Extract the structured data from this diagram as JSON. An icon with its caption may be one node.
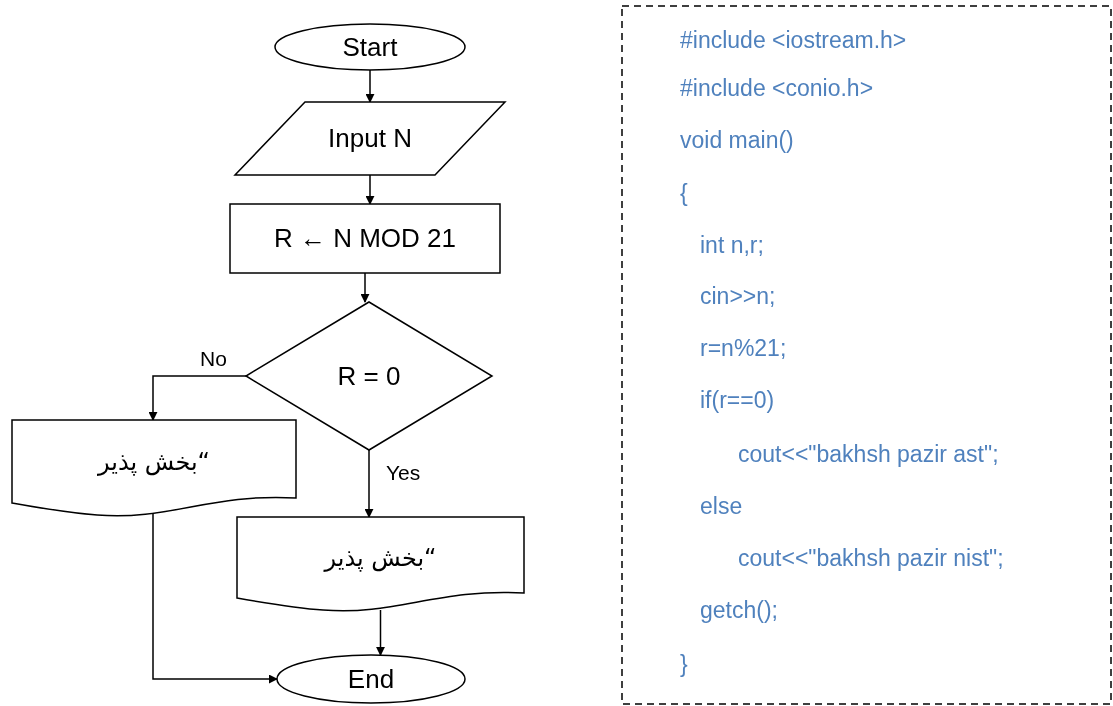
{
  "diagram": {
    "nodes": [
      {
        "text": [
          "Start"
        ]
      },
      {
        "text": [
          "Input N"
        ]
      },
      {
        "text": [
          "R ← N MOD 21"
        ]
      },
      {
        "text": [
          "R = 0"
        ]
      },
      {
        "text": [
          "“بخش پذیر"
        ]
      },
      {
        "text": [
          "“بخش پذیر"
        ]
      },
      {
        "text": [
          "End"
        ]
      },
      {
        "text": [
          "#include <iostream.h>",
          "#include <conio.h>",
          "void main()",
          "{",
          "int n,r;",
          "cin>>n;",
          "r=n%21;",
          "if(r==0)",
          "cout<<\"bakhsh pazir ast\";",
          "else",
          "cout<<\"bakhsh pazir nist\";",
          "getch();",
          "}"
        ]
      }
    ],
    "edges": [
      {
        "from": 0,
        "to": 1,
        "arrow": "to"
      },
      {
        "from": 1,
        "to": 2,
        "arrow": "to"
      },
      {
        "from": 2,
        "to": 3,
        "arrow": "to"
      },
      {
        "from": 3,
        "to": 4,
        "label": "No",
        "arrow": "to"
      },
      {
        "from": 3,
        "to": 5,
        "label": "Yes",
        "arrow": "to"
      },
      {
        "from": 4,
        "to": 6,
        "arrow": "to"
      },
      {
        "from": 5,
        "to": 6,
        "arrow": "to"
      }
    ]
  }
}
